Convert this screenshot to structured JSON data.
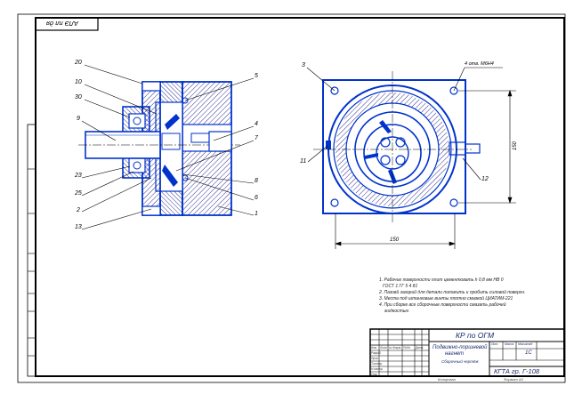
{
  "sheet": {
    "top_code": "АЛЭ пл дя"
  },
  "callouts_left": [
    "20",
    "10",
    "30",
    "9",
    "23",
    "25",
    "2",
    "13",
    "5",
    "4",
    "7",
    "8",
    "6",
    "1"
  ],
  "callouts_right": [
    "3",
    "11",
    "12"
  ],
  "hole_note": "4 отв. М6Н4",
  "dimension_vertical": "150",
  "dimension_horizontal": "150",
  "technical_notes": [
    "1. Рабочие поверхности плит цементовать h 0,8 мм НВ 0",
    "ГОСТ 1 ГГ 5 4 81",
    "2. Пазовй зазорий для детали положить и пробить силовой поверхн.",
    "3. Места под штанговые винты плотно смазкой ЦИАТИМ-221",
    "4. При сборке все сборочные поверхности смазать рабочей",
    "жидкостью"
  ],
  "title_block": {
    "header": "КР по ОГМ",
    "title_line1": "Подвижно-поршневой",
    "title_line2": "нагнет",
    "subtitle": "Сборочный чертёж",
    "sheet_count": "1С",
    "org": "КГТА гр. Г-108",
    "bottom_left": "Копировал",
    "bottom_right": "Формат А3",
    "row_labels": [
      "Изм.",
      "Лист",
      "№ докум.",
      "Подп.",
      "Дата",
      "Разраб.",
      "Пров.",
      "Т.контр.",
      "Н.контр.",
      "Утв."
    ],
    "col_labels": [
      "Лит.",
      "Масса",
      "Масштаб"
    ]
  }
}
